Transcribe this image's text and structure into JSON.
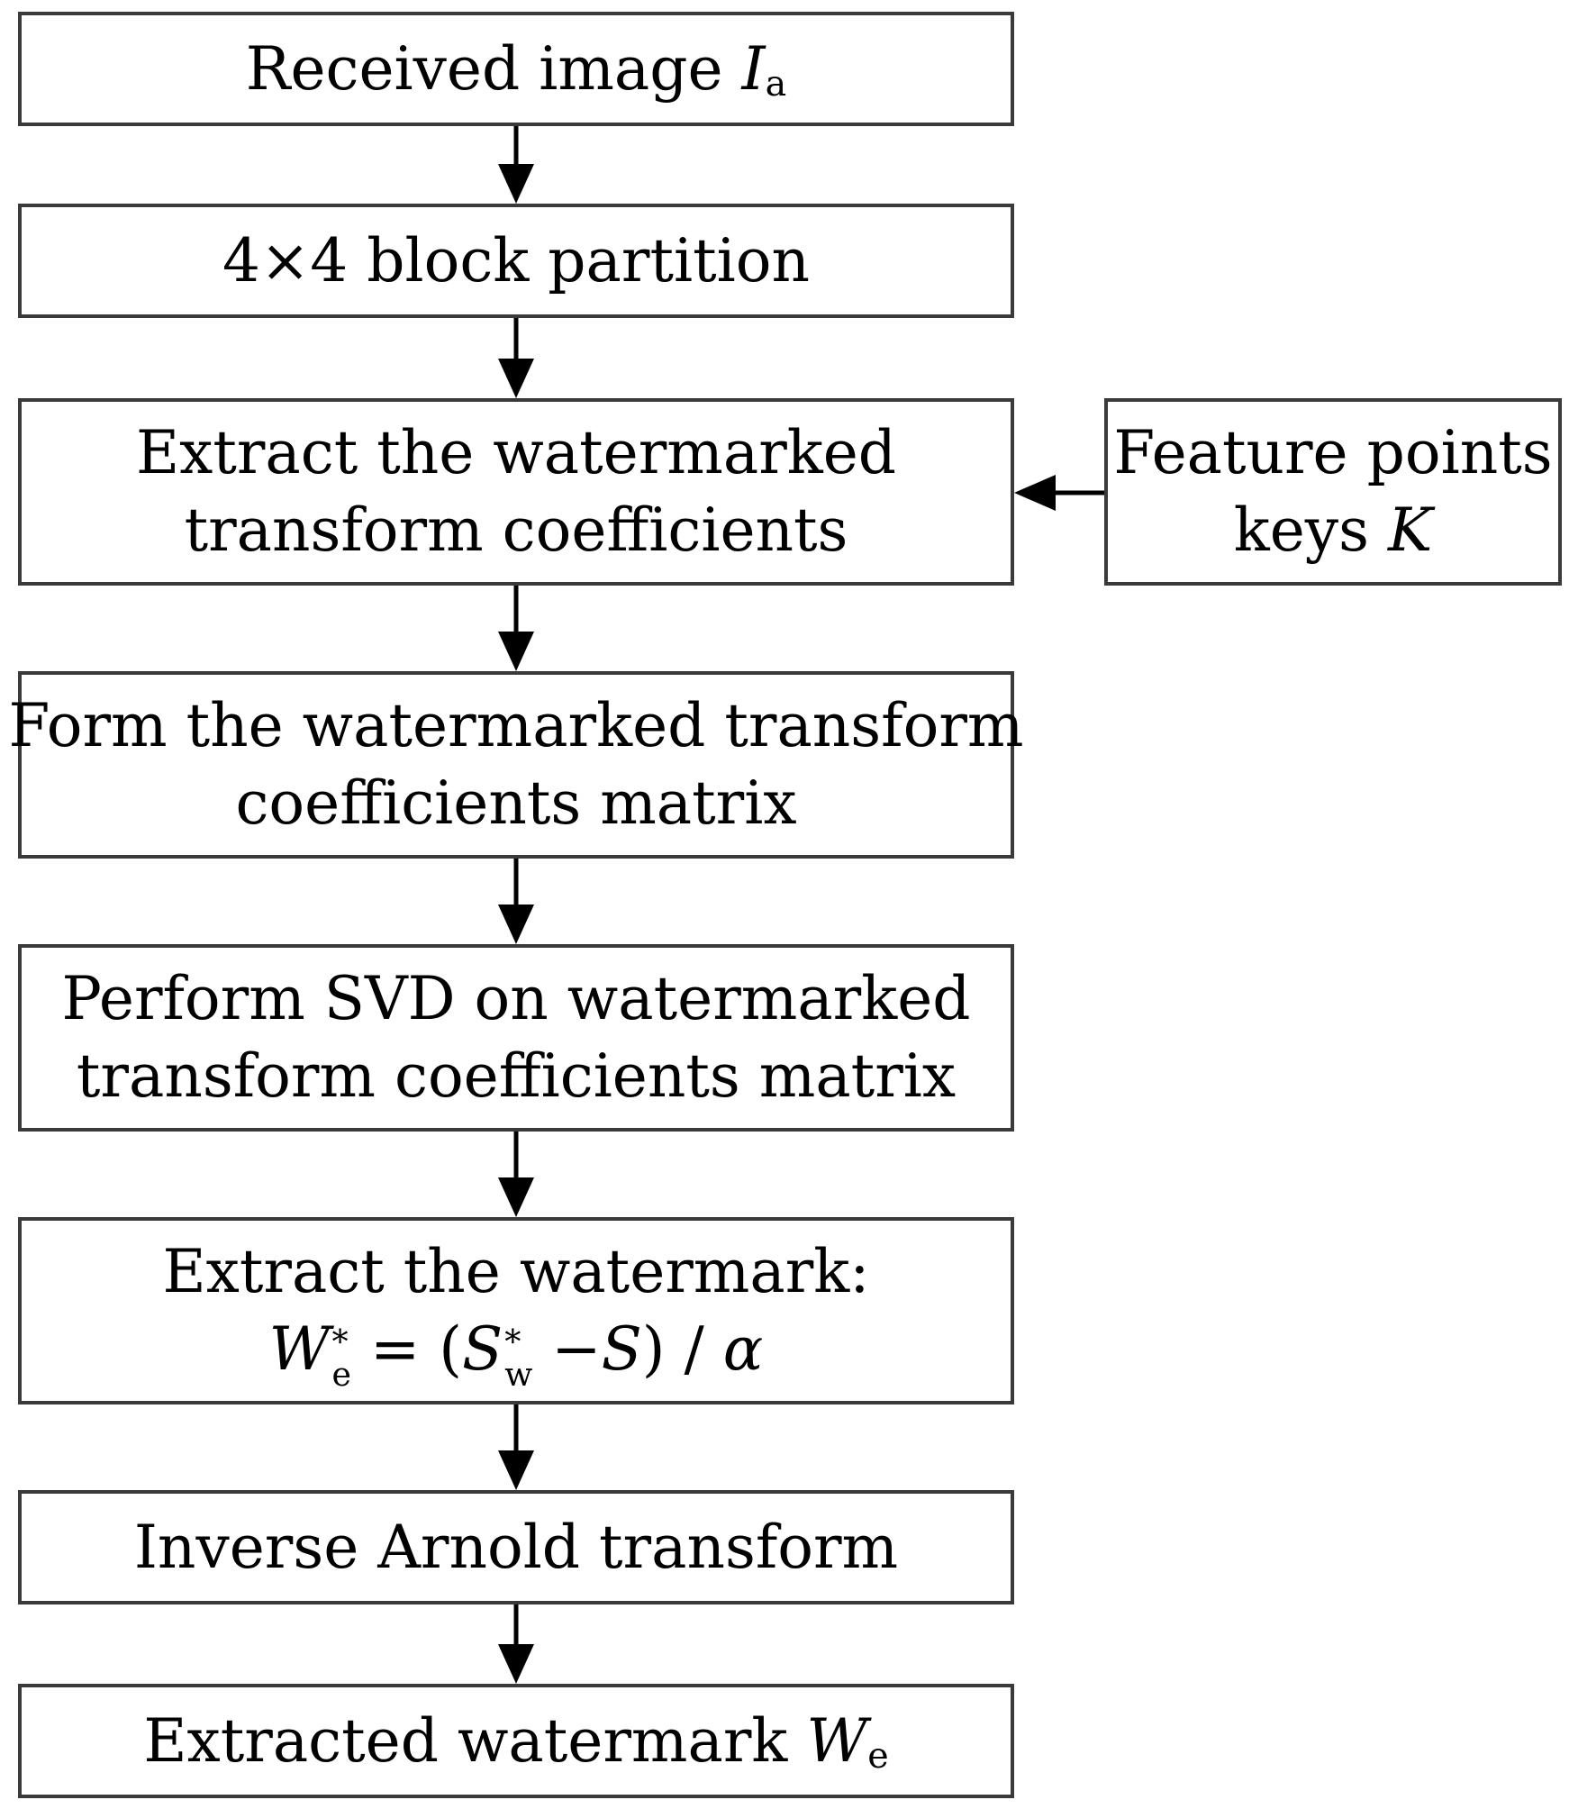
{
  "flowchart": {
    "step1": {
      "text": "Received image ",
      "var": "I",
      "sub": "a"
    },
    "step2": {
      "text": "4×4 block partition"
    },
    "step3": {
      "line1": "Extract the watermarked",
      "line2": "transform coefficients"
    },
    "side": {
      "line1": "Feature points",
      "line2": "keys ",
      "var": "K"
    },
    "step4": {
      "line1": "Form the watermarked transform",
      "line2": "coefficients matrix"
    },
    "step5": {
      "line1": "Perform SVD on watermarked",
      "line2": "transform coefficients matrix"
    },
    "step6": {
      "line1": "Extract the watermark:",
      "eq_W": "W",
      "eq_W_sup": "*",
      "eq_W_sub": "e",
      "eq_equals": " = (",
      "eq_S": "S",
      "eq_S_sup": "*",
      "eq_S_sub": "w",
      "eq_minus": " −",
      "eq_S2": "S",
      "eq_close": ") / ",
      "eq_alpha": "α"
    },
    "step7": {
      "text": "Inverse Arnold transform"
    },
    "step8": {
      "text": "Extracted watermark ",
      "var": "W",
      "sub": "e"
    }
  },
  "colors": {
    "border": "#3a3a3a",
    "arrow": "#000000",
    "background": "#ffffff"
  }
}
